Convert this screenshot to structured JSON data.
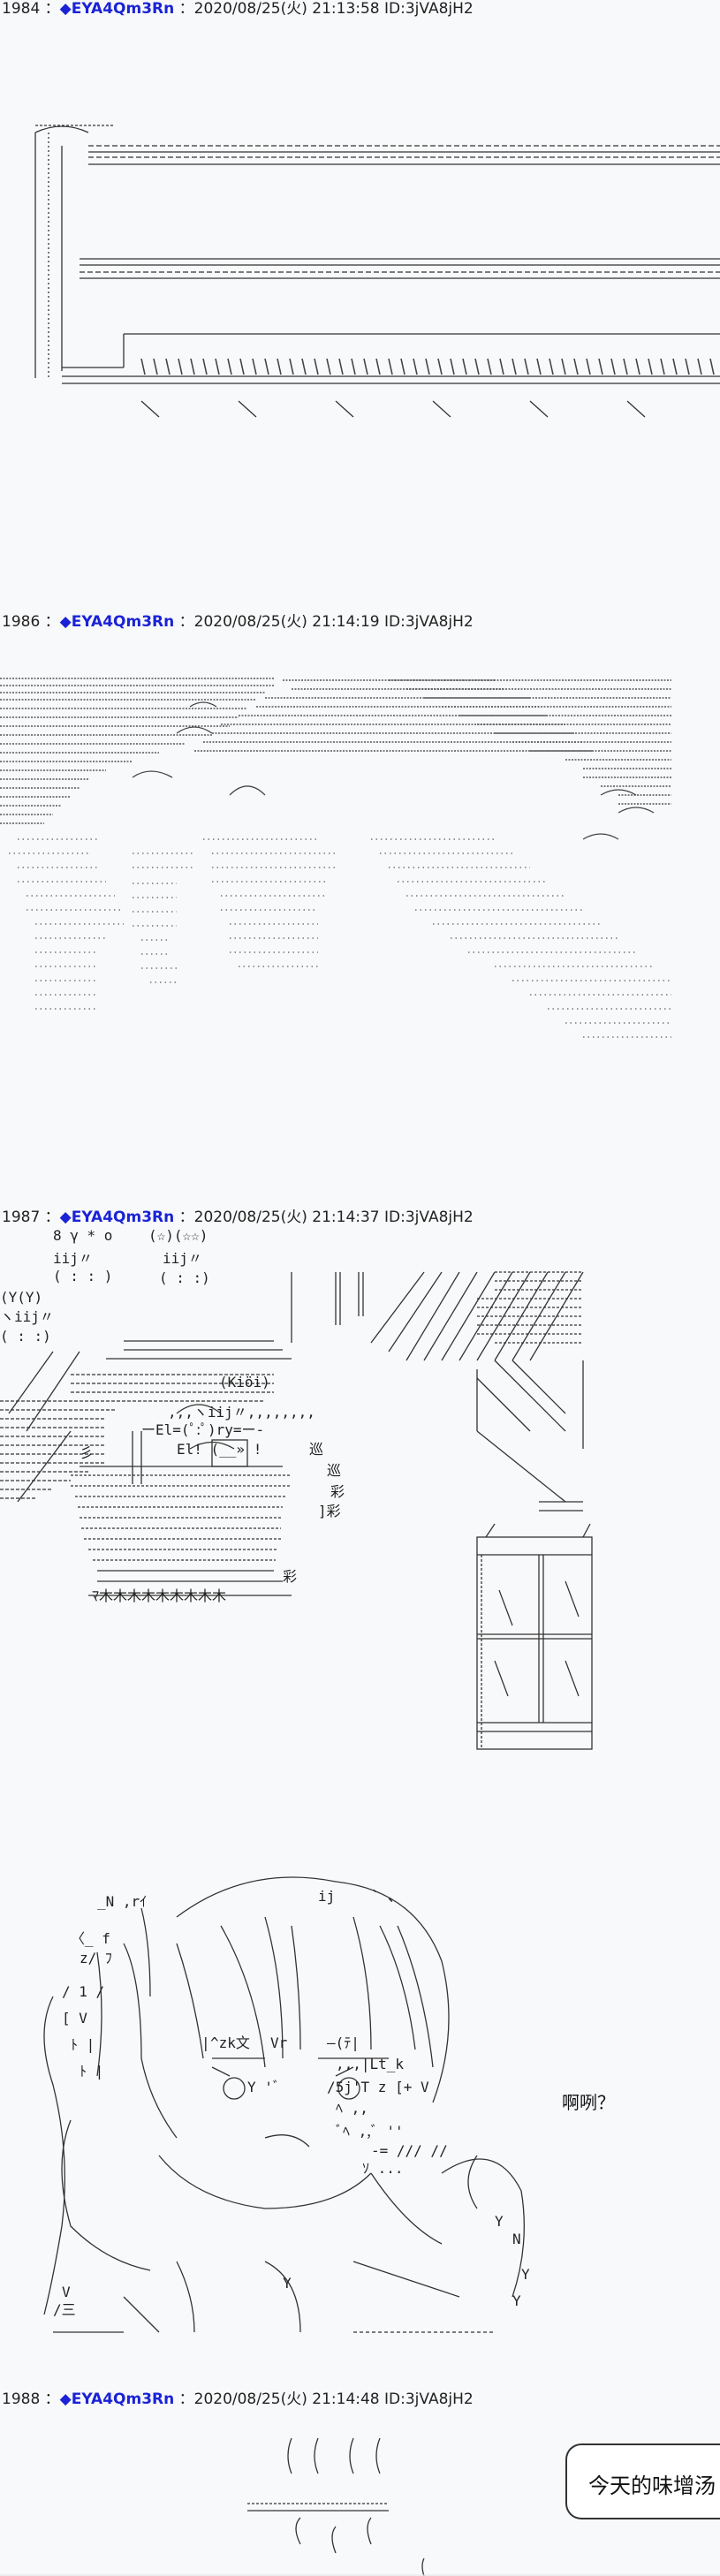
{
  "posts": [
    {
      "num": "1984",
      "sep": "：",
      "diamond": "◆",
      "trip": "EYA4Qm3Rn",
      "meta": "：2020/08/25(火) 21:13:58 ID:3jVA8jH2"
    },
    {
      "num": "1986",
      "sep": "：",
      "diamond": "◆",
      "trip": "EYA4Qm3Rn",
      "meta": "：2020/08/25(火) 21:14:19 ID:3jVA8jH2"
    },
    {
      "num": "1987",
      "sep": "：",
      "diamond": "◆",
      "trip": "EYA4Qm3Rn",
      "meta": "：2020/08/25(火) 21:14:37 ID:3jVA8jH2"
    },
    {
      "num": "1988",
      "sep": "：",
      "diamond": "◆",
      "trip": "EYA4Qm3Rn",
      "meta": "：2020/08/25(火) 21:14:48 ID:3jVA8jH2"
    }
  ],
  "dialogue": {
    "text": "啊咧？"
  },
  "caption": {
    "text": "今天的味增汤"
  },
  "art_text": {
    "stars_label": "(☆)(☆☆)",
    "kidi": "(Kiöi)",
    "yy": "(Y(Y)",
    "iij": "iij〃",
    "el": "ーEl=(ﾟ:ﾟ)ry=ー-",
    "tan": "彡",
    "mi": "巡",
    "cai": "彩",
    "zk": "^zk文",
    "vr": "Vr",
    "ij": "ij"
  }
}
